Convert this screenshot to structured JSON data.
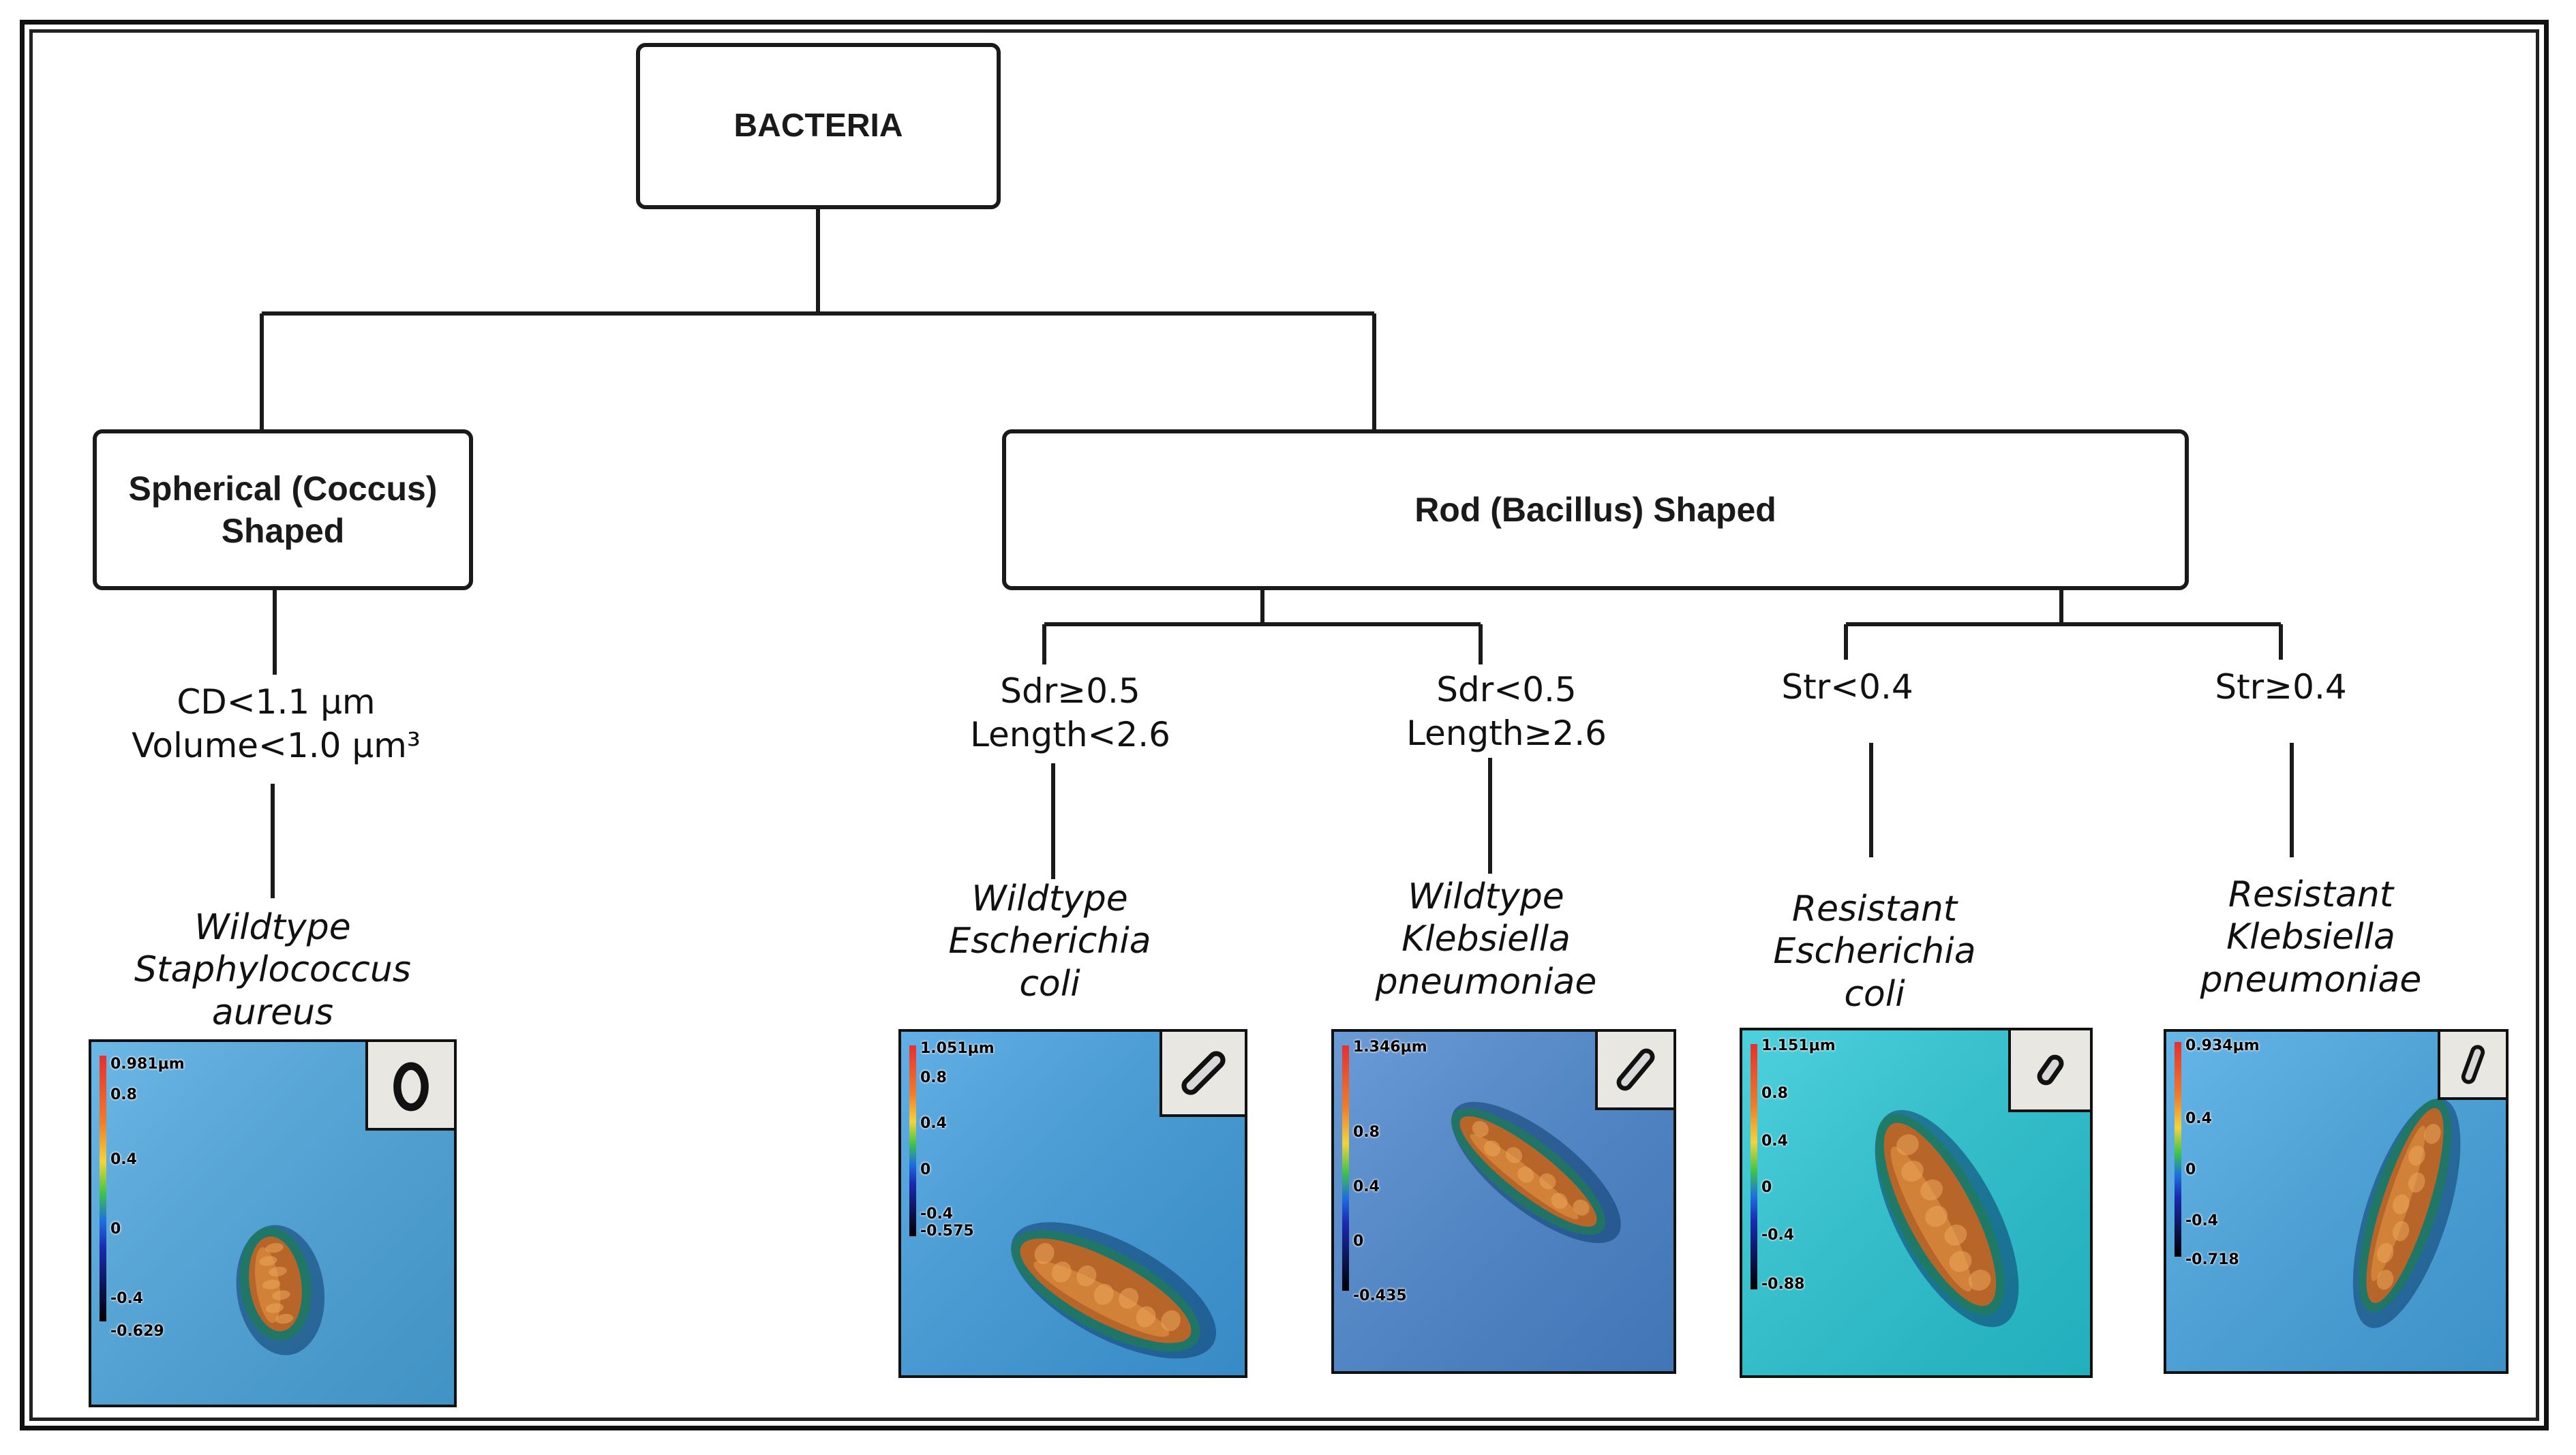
{
  "root": {
    "label": "BACTERIA"
  },
  "categories": {
    "coccus": {
      "label": "Spherical (Coccus)\nShaped"
    },
    "bacillus": {
      "label": "Rod (Bacillus) Shaped"
    }
  },
  "conditions": {
    "coccus": "CD<1.1 μm\nVolume<1.0 μm³",
    "bacillus_a": "Sdr≥0.5\nLength<2.6",
    "bacillus_b": "Sdr<0.5\nLength≥2.6",
    "bacillus_c": "Str<0.4",
    "bacillus_d": "Str≥0.4"
  },
  "species": {
    "s_aureus": "Wildtype\nStaphylococcus\naureus",
    "wt_ecoli": "Wildtype\nEscherichia\ncoli",
    "wt_kpneu": "Wildtype\nKlebsiella\npneumoniae",
    "res_ecoli": "Resistant\nEscherichia\ncoli",
    "res_kpneu": "Resistant\nKlebsiella\npneumoniae"
  },
  "panels": [
    {
      "id": "s_aureus",
      "bg": "#4ba7e0",
      "ticks": [
        "0.981μm",
        "0.8",
        "0.4",
        "0",
        "-0.4",
        "-0.629"
      ]
    },
    {
      "id": "wt_ecoli",
      "bg": "#3f9ee0",
      "ticks": [
        "1.051μm",
        "0.8",
        "0.4",
        "0",
        "-0.4",
        "-0.575"
      ]
    },
    {
      "id": "wt_kpneu",
      "bg": "#4a86cf",
      "ticks": [
        "1.346μm",
        "0.8",
        "0.4",
        "0",
        "-0.435"
      ]
    },
    {
      "id": "res_ecoli",
      "bg": "#27c7d6",
      "ticks": [
        "1.151μm",
        "0.8",
        "0.4",
        "0",
        "-0.4",
        "-0.88"
      ]
    },
    {
      "id": "res_kpneu",
      "bg": "#45a6e3",
      "ticks": [
        "0.934μm",
        "0.4",
        "0",
        "-0.4",
        "-0.718"
      ]
    }
  ],
  "colors": {
    "line": "#1a1a1a",
    "text": "#111111",
    "bacterium": "#b8652a"
  }
}
